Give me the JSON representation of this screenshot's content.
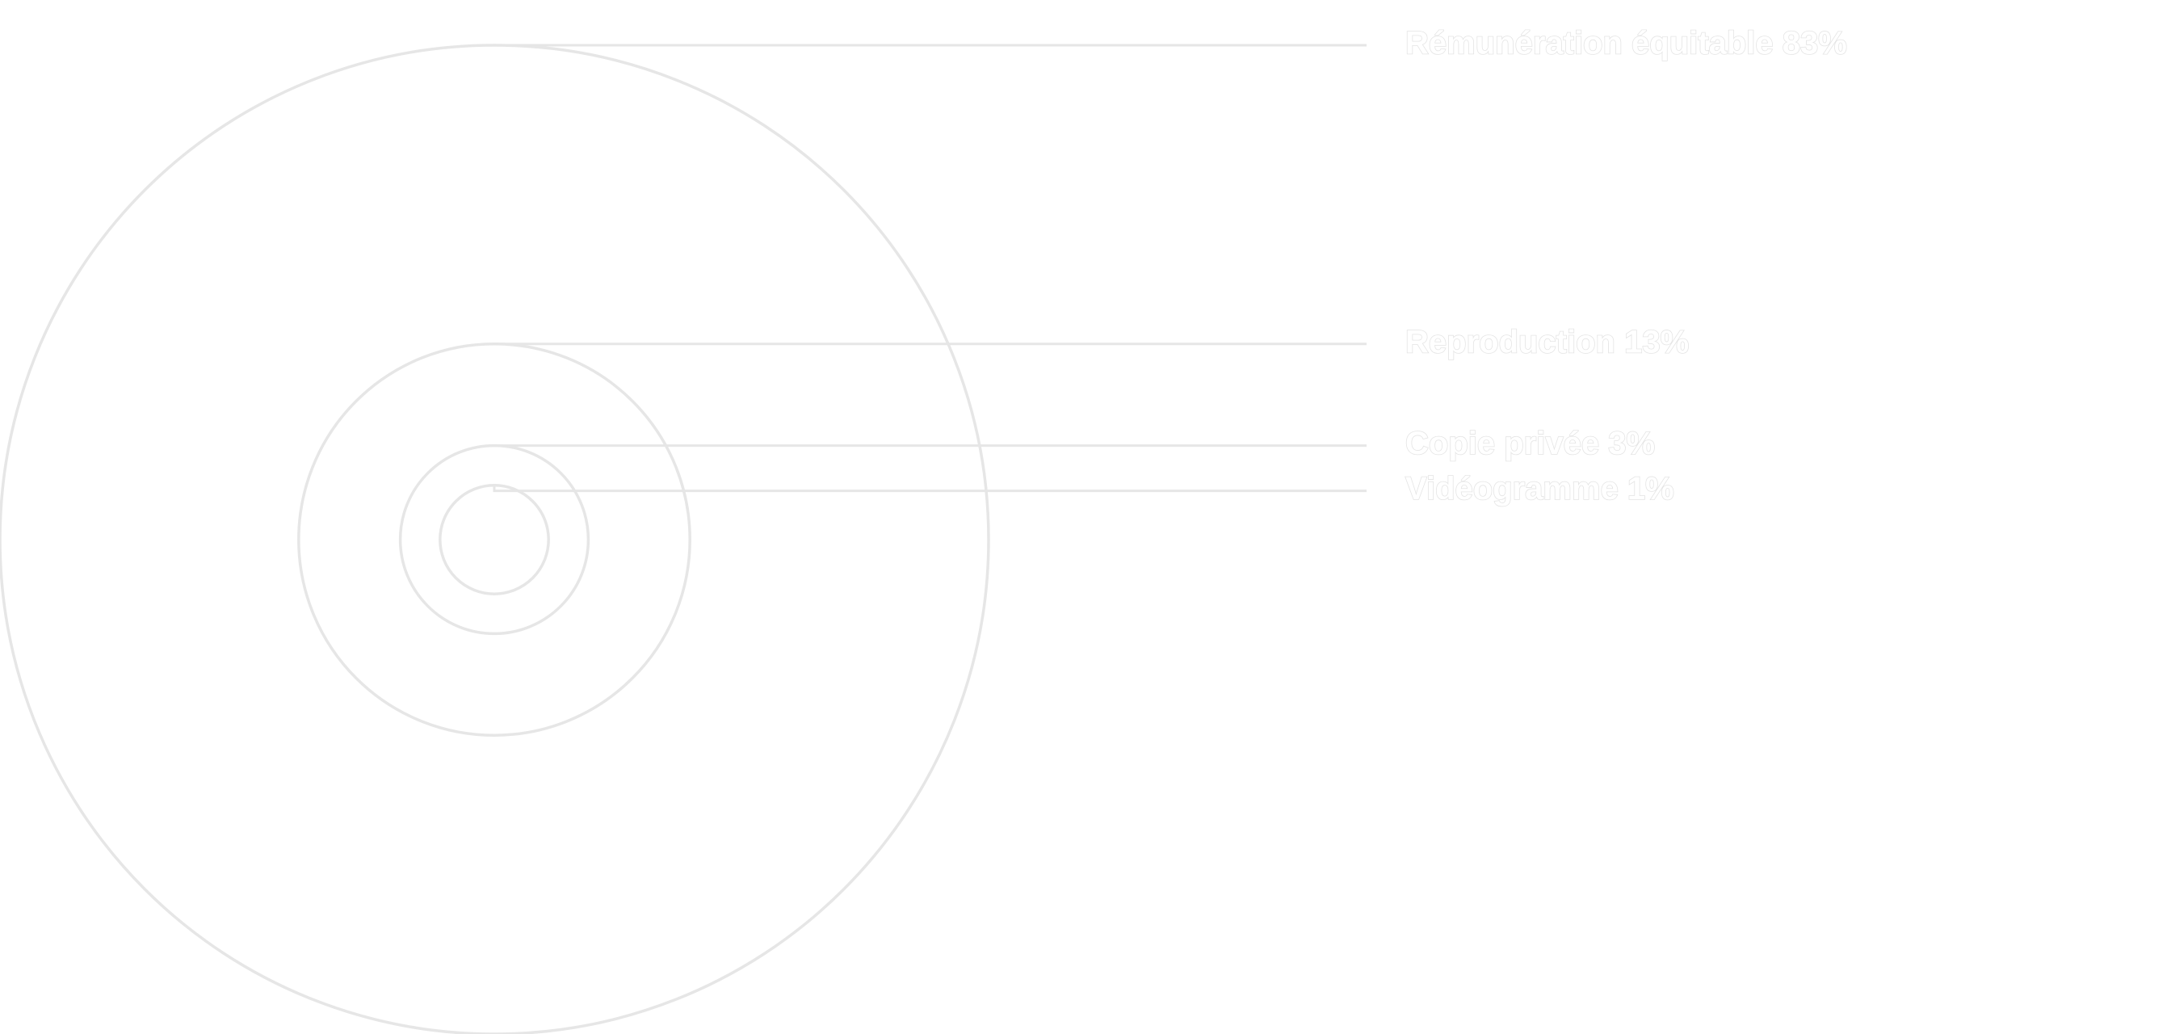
{
  "chart_data": {
    "type": "nested-circles",
    "title": "",
    "series": [
      {
        "name": "Rémunération équitable",
        "value": 83,
        "label": "Rémunération équitable 83%"
      },
      {
        "name": "Reproduction",
        "value": 13,
        "label": "Reproduction 13%"
      },
      {
        "name": "Copie privée",
        "value": 3,
        "label": "Copie privée 3%"
      },
      {
        "name": "Vidéogramme",
        "value": 1,
        "label": "Vidéogramme 1%"
      }
    ],
    "colors": {
      "stroke": "#e6e6e6",
      "label_fill": "#ffffff",
      "label_outline": "#e4e4e4"
    }
  }
}
